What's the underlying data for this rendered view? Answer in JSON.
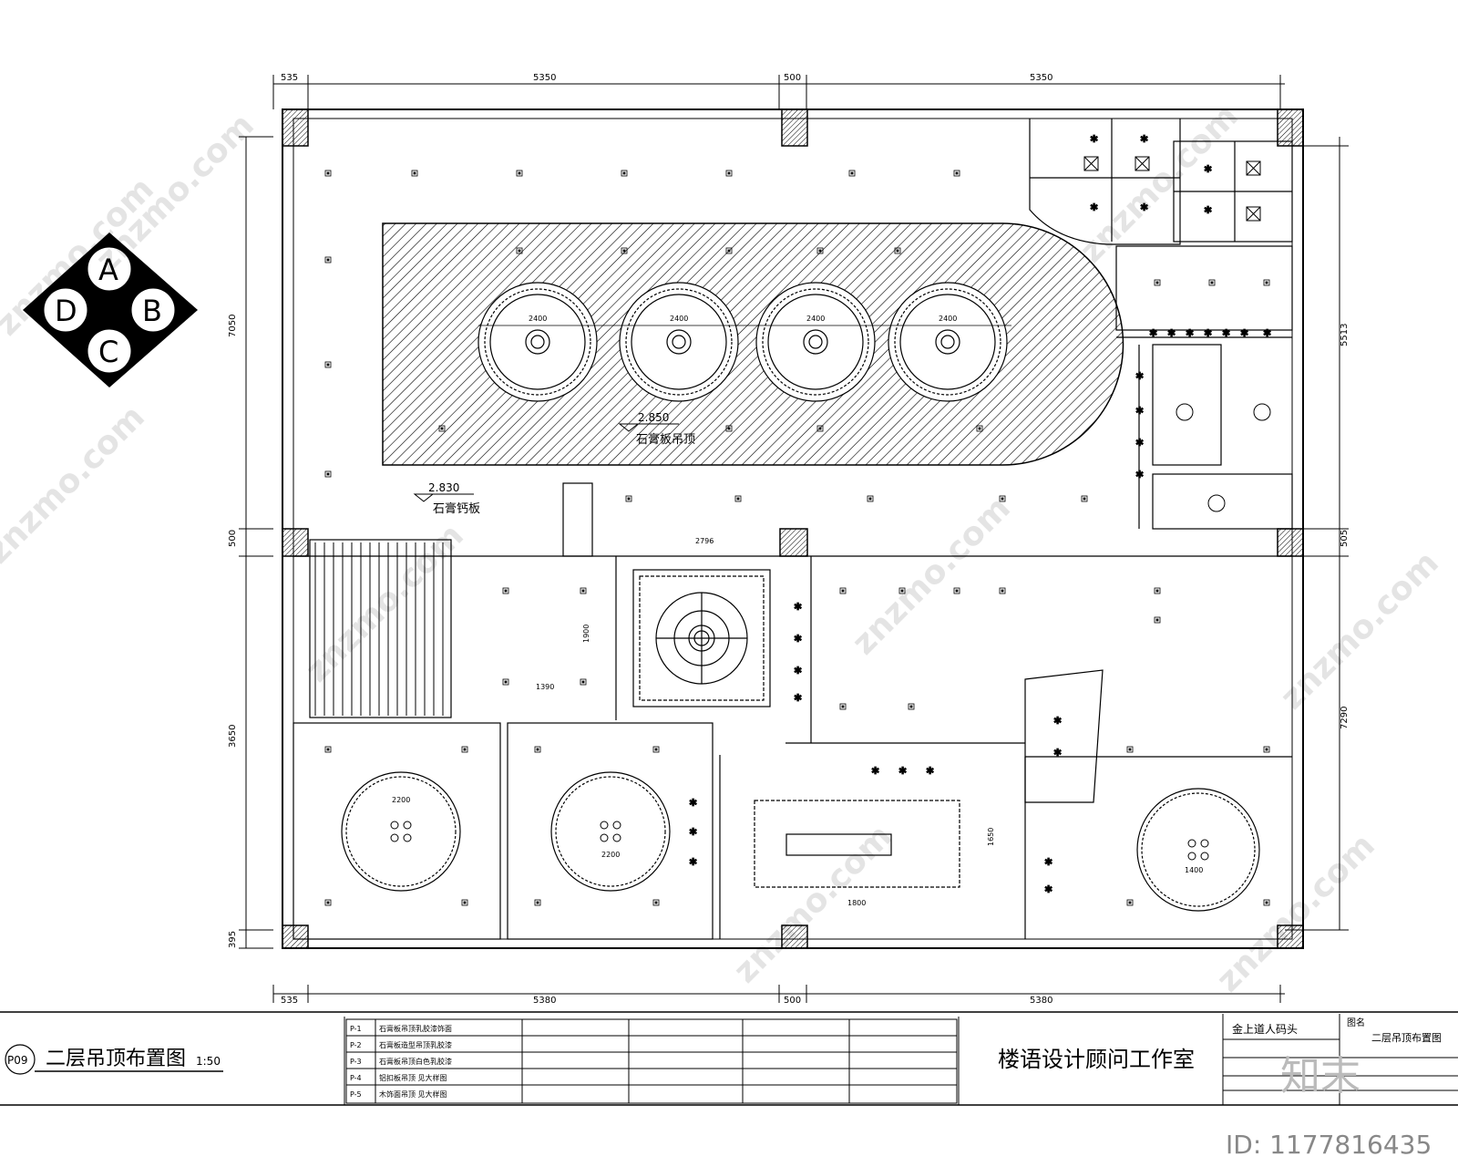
{
  "drawing": {
    "title": "二层吊顶布置图",
    "scale": "1:50",
    "sheet_no": "P09",
    "studio": "楼语设计顾问工作室",
    "project": "金上道人码头",
    "sheet_title": "二层吊顶布置图",
    "title_label": "图名"
  },
  "dimensions": {
    "top": [
      "535",
      "5350",
      "500",
      "5350"
    ],
    "bottom": [
      "535",
      "5380",
      "500",
      "5380"
    ],
    "left": [
      "7050",
      "500",
      "3650",
      "395"
    ],
    "right": [
      "5513",
      "505",
      "7290"
    ]
  },
  "annotations": {
    "level_1": "2.850",
    "material_1": "石膏板吊顶",
    "level_2": "2.830",
    "material_2": "石膏钙板",
    "circle_dim": "2400",
    "room_dims": [
      "2200",
      "2200",
      "1400",
      "1800",
      "1650",
      "2796",
      "1390",
      "1900"
    ]
  },
  "compass": {
    "labels": [
      "A",
      "B",
      "C",
      "D"
    ]
  },
  "legend": {
    "rows": [
      {
        "code": "P-1",
        "text": "石膏板吊顶乳胶漆饰面"
      },
      {
        "code": "P-2",
        "text": "石膏板造型吊顶乳胶漆"
      },
      {
        "code": "P-3",
        "text": "石膏板吊顶白色乳胶漆"
      },
      {
        "code": "P-4",
        "text": "铝扣板吊顶 见大样图"
      },
      {
        "code": "P-5",
        "text": "木饰面吊顶 见大样图"
      }
    ]
  },
  "footer": {
    "id_text": "ID: 1177816435",
    "watermark": "znzmo.com",
    "brand": "知末"
  }
}
